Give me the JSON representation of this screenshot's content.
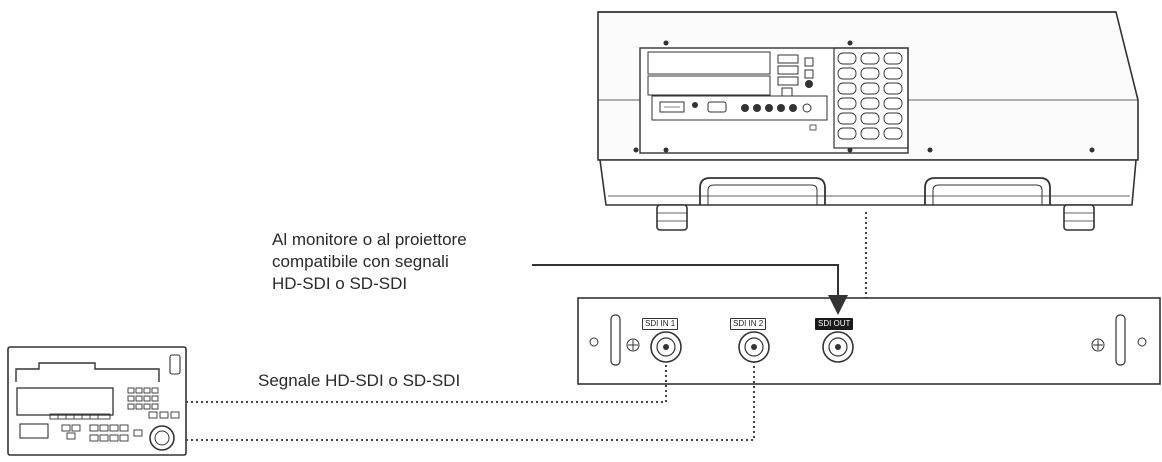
{
  "monitor_label": {
    "line1": "Al monitore o al proiettore",
    "line2": "compatibile con segnali",
    "line3": "HD-SDI o SD-SDI"
  },
  "signal_label": "Segnale HD-SDI o SD-SDI",
  "board": {
    "sdi_in_1": "SDI IN 1",
    "sdi_in_2": "SDI IN 2",
    "sdi_out": "SDI OUT"
  },
  "colors": {
    "line": "#333333",
    "background": "#ffffff",
    "badge_inverted": "#1a1a1a"
  }
}
